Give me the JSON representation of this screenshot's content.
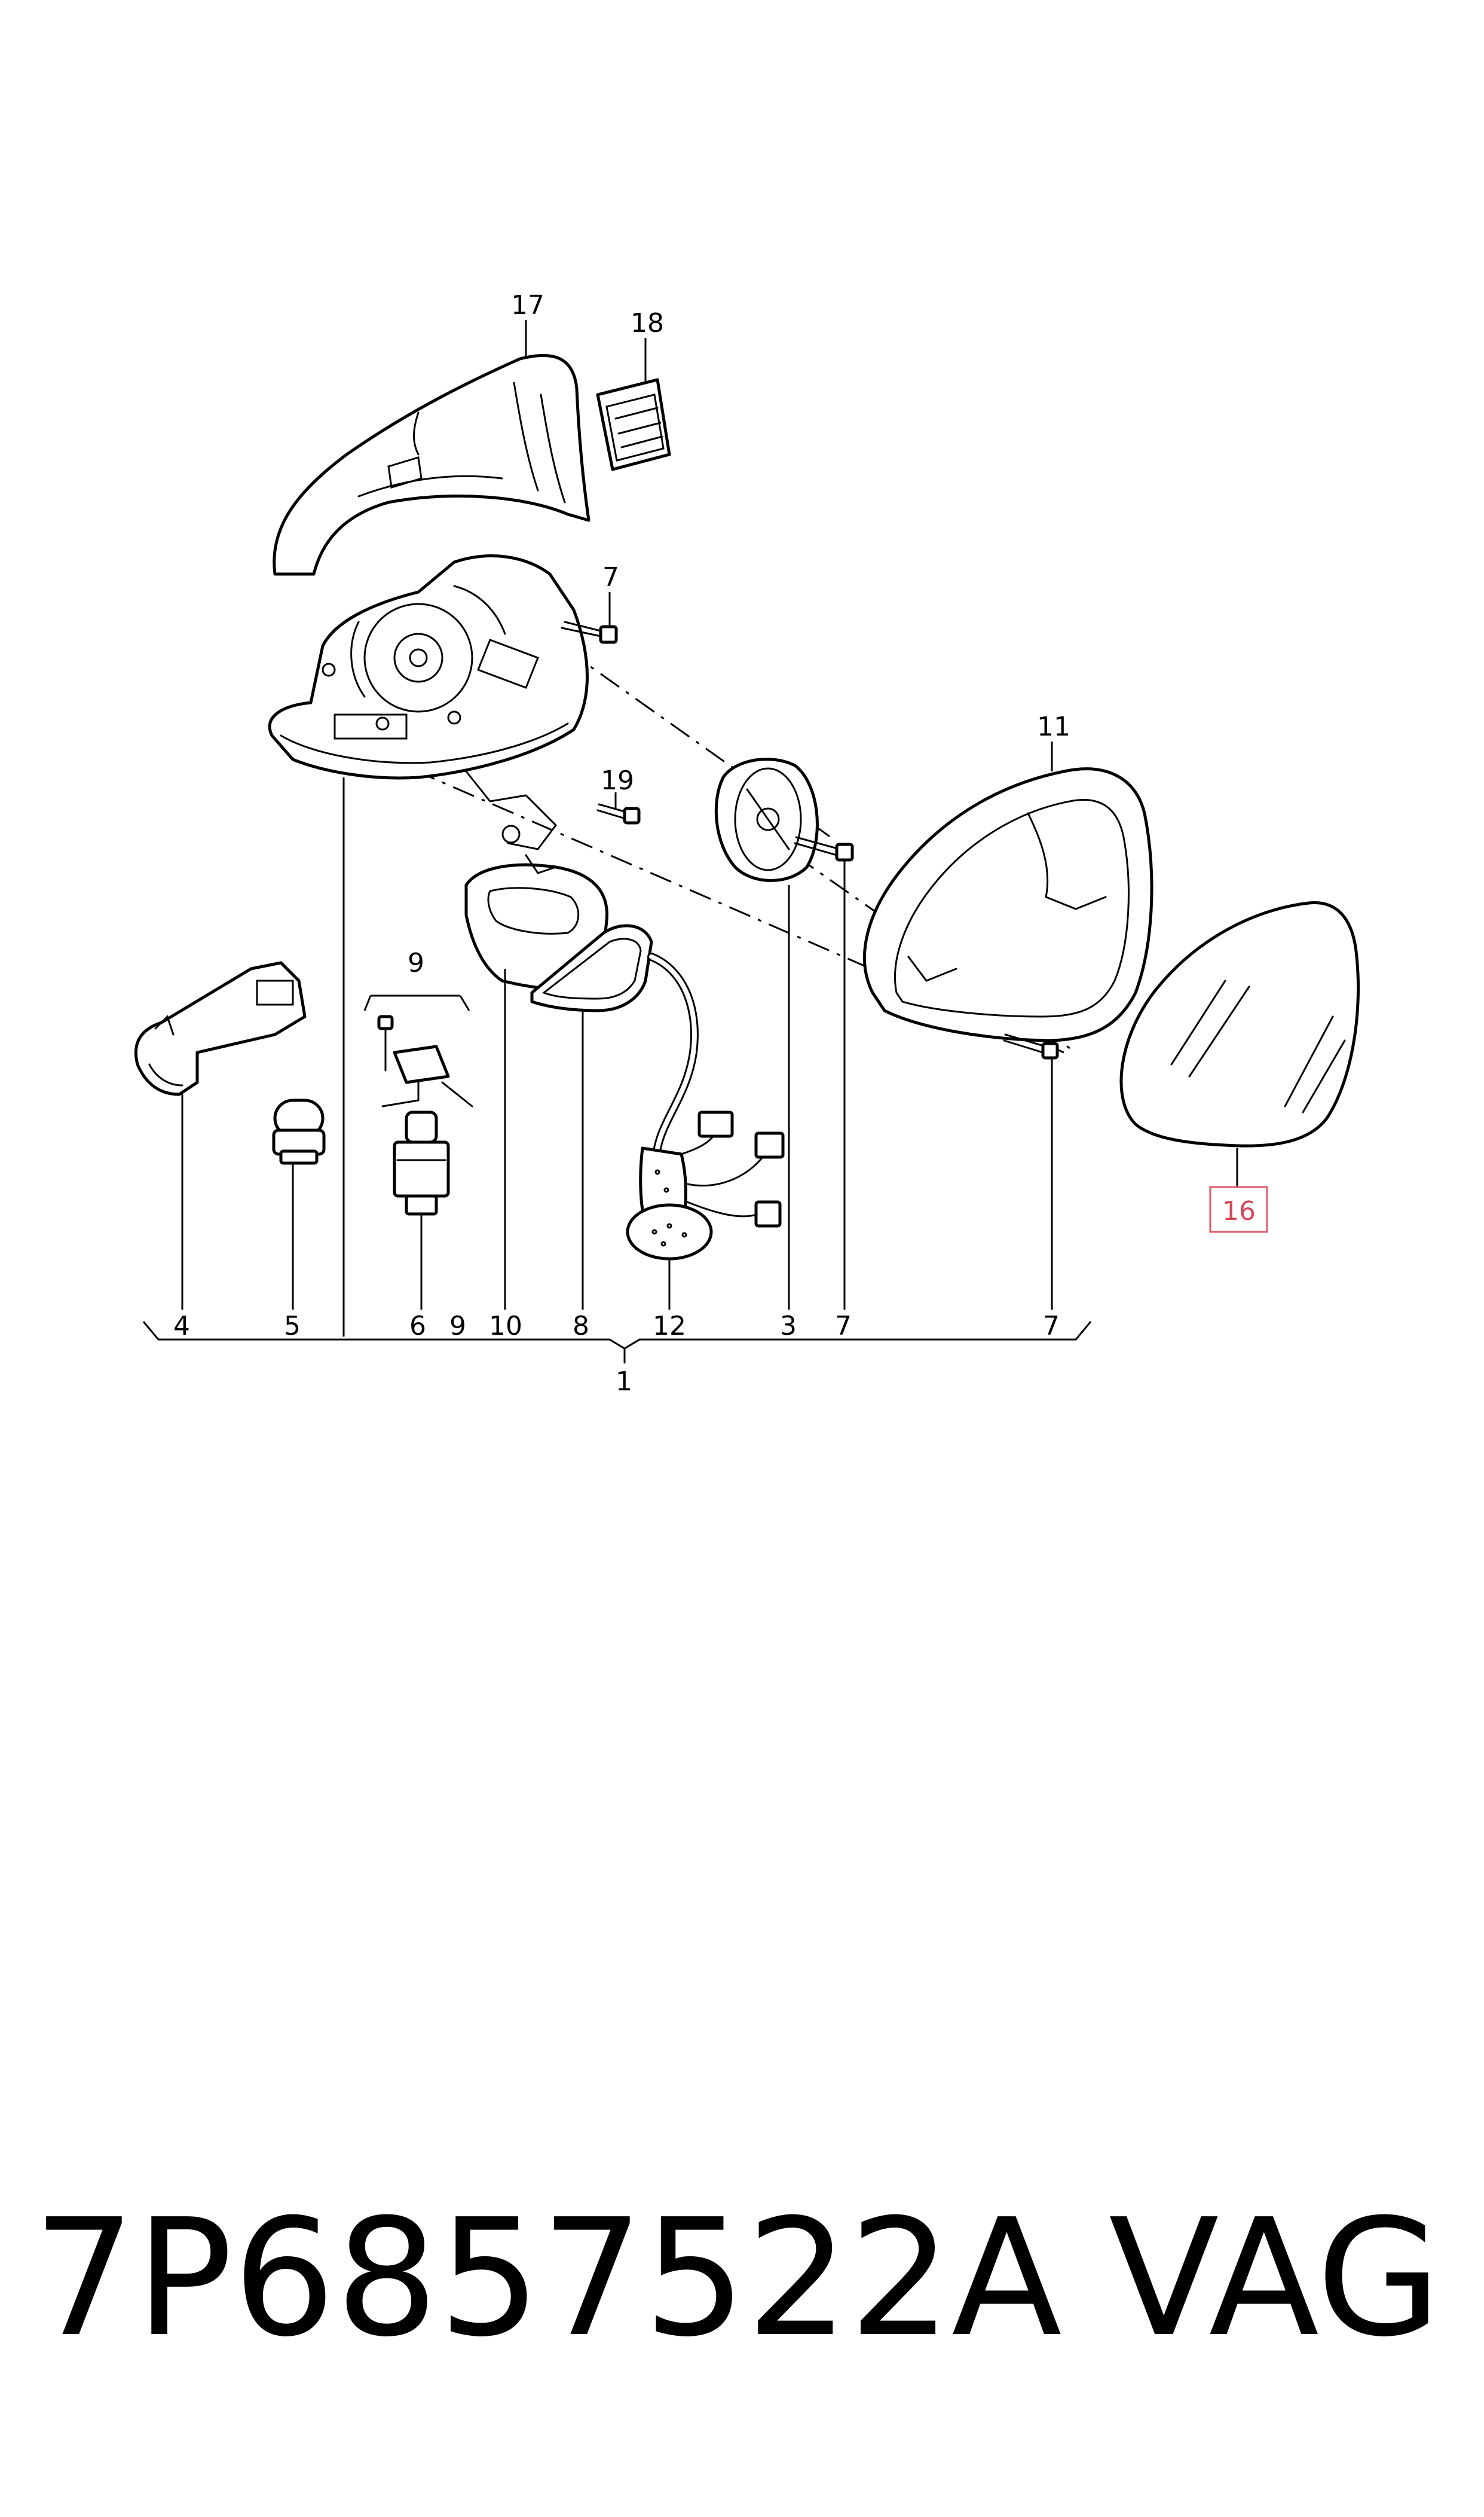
{
  "diagram": {
    "callouts": {
      "c17": "17",
      "c18": "18",
      "c7_top": "7",
      "c19": "19",
      "c11": "11",
      "c9_top": "9",
      "c16": "16",
      "c4": "4",
      "c5": "5",
      "c6": "6",
      "c9": "9",
      "c10": "10",
      "c8": "8",
      "c12": "12",
      "c3": "3",
      "c7_a": "7",
      "c7_b": "7",
      "c1": "1"
    },
    "highlight_color": "#e05a6a"
  },
  "footer": {
    "part_number": "7P6857522A",
    "brand": "VAG"
  }
}
